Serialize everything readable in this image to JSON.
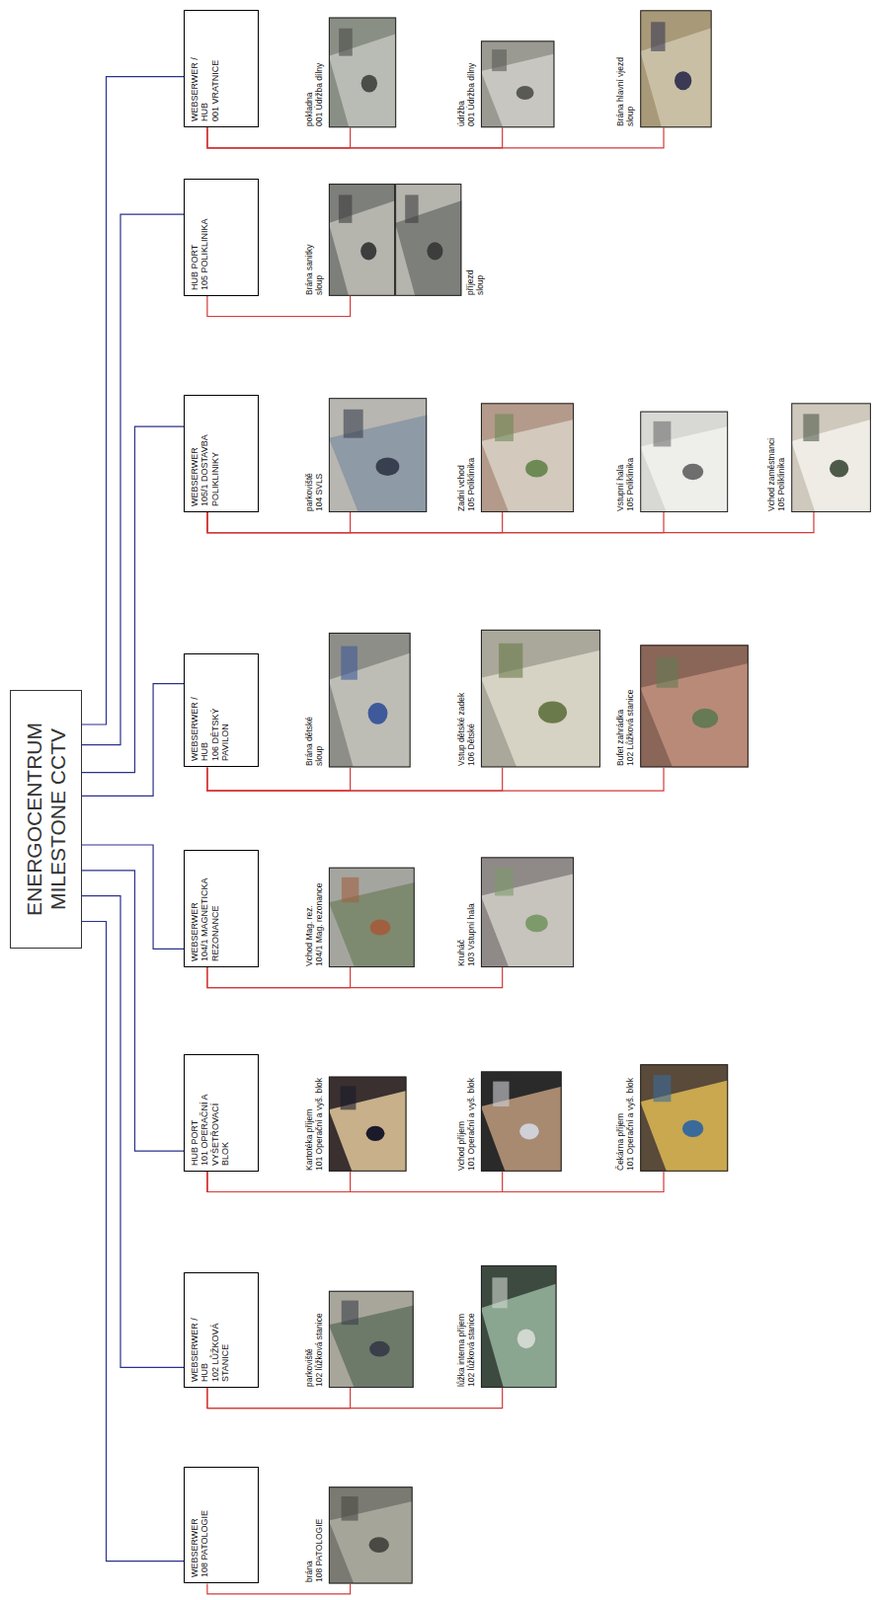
{
  "diagram": {
    "nodes": [
      {
        "text": [
          "ENERGOCENTRUM MILESTONE CCTV"
        ]
      },
      {
        "text": [
          "WEBSERWER / HUB",
          "001 VRATNICE"
        ]
      },
      {
        "text": [
          "pokladna",
          "001 Údržba dílny"
        ]
      },
      {
        "text": [
          "údržba",
          "001 Údržba dílny"
        ]
      },
      {
        "text": [
          "Brána hlavní vjezd",
          "sloup"
        ]
      },
      {
        "text": [
          "HUB PORT",
          "105 POLIKLINIKA"
        ]
      },
      {
        "text": [
          "Brána sanitky",
          "sloup",
          "příjezd",
          "sloup"
        ]
      },
      {
        "text": [
          "WEBSERWER",
          "105/1 DOSTAVBA POLIKLINIKY"
        ]
      },
      {
        "text": [
          "parkoviště",
          "104 SVLS"
        ]
      },
      {
        "text": [
          "Zadní vchod",
          "105 Poliklinika"
        ]
      },
      {
        "text": [
          "Vstupní hala",
          "105 Poliklinika"
        ]
      },
      {
        "text": [
          "Vchod zaměstnanci",
          "105 Poliklinika"
        ]
      },
      {
        "text": [
          "WEBSERWER / HUB",
          "106 DĚTSKÝ PAVILON"
        ]
      },
      {
        "text": [
          "Brána dětské",
          "sloup"
        ]
      },
      {
        "text": [
          "Vstup dětské zadek",
          "106 Dětské"
        ]
      },
      {
        "text": [
          "Bufet zahrádka",
          "102 Lůžková stanice"
        ]
      },
      {
        "text": [
          "WEBSERWER",
          "104/1 MAGNETICKA REZONANCE"
        ]
      },
      {
        "text": [
          "Vchod Mag. rez.",
          "104/1 Mag. rezonance"
        ]
      },
      {
        "text": [
          "Kruháč",
          "103 Vstupní hala"
        ]
      },
      {
        "text": [
          "HUB PORT",
          "101 OPERAČNÍ A VYŠETŘOVACÍ BLOK"
        ]
      },
      {
        "text": [
          "Kartotéka příjem",
          "101 Operační a vyš. blok"
        ]
      },
      {
        "text": [
          "Vchod příjem",
          "101 Operační a vyš. blok"
        ]
      },
      {
        "text": [
          "Čekárna příjem",
          "101 Operační a vyš. blok"
        ]
      },
      {
        "text": [
          "WEBSERWER / HUB",
          "102 LŮŽKOVÁ STANICE"
        ]
      },
      {
        "text": [
          "parkoviště",
          "102 lůžková stanice"
        ]
      },
      {
        "text": [
          "lůžka interna příjem",
          "102 lůžková stanice"
        ]
      },
      {
        "text": [
          "WEBSERWER",
          "108 PATOLOGIE"
        ]
      },
      {
        "text": [
          "brána",
          "108 PATOLOGIE"
        ]
      }
    ],
    "edges": [
      {
        "from": 0,
        "to": 1,
        "arrow": "none"
      },
      {
        "from": 0,
        "to": 5,
        "arrow": "none"
      },
      {
        "from": 0,
        "to": 7,
        "arrow": "none"
      },
      {
        "from": 0,
        "to": 12,
        "arrow": "none"
      },
      {
        "from": 0,
        "to": 16,
        "arrow": "none"
      },
      {
        "from": 0,
        "to": 19,
        "arrow": "none"
      },
      {
        "from": 0,
        "to": 23,
        "arrow": "none"
      },
      {
        "from": 0,
        "to": 26,
        "arrow": "none"
      },
      {
        "from": 1,
        "to": 2,
        "arrow": "none"
      },
      {
        "from": 1,
        "to": 3,
        "arrow": "none"
      },
      {
        "from": 1,
        "to": 4,
        "arrow": "none"
      },
      {
        "from": 5,
        "to": 6,
        "arrow": "none"
      },
      {
        "from": 7,
        "to": 8,
        "arrow": "none"
      },
      {
        "from": 7,
        "to": 9,
        "arrow": "none"
      },
      {
        "from": 7,
        "to": 10,
        "arrow": "none"
      },
      {
        "from": 7,
        "to": 11,
        "arrow": "none"
      },
      {
        "from": 12,
        "to": 13,
        "arrow": "none"
      },
      {
        "from": 12,
        "to": 14,
        "arrow": "none"
      },
      {
        "from": 12,
        "to": 15,
        "arrow": "none"
      },
      {
        "from": 16,
        "to": 17,
        "arrow": "none"
      },
      {
        "from": 16,
        "to": 18,
        "arrow": "none"
      },
      {
        "from": 19,
        "to": 20,
        "arrow": "none"
      },
      {
        "from": 19,
        "to": 21,
        "arrow": "none"
      },
      {
        "from": 19,
        "to": 22,
        "arrow": "none"
      },
      {
        "from": 23,
        "to": 24,
        "arrow": "none"
      },
      {
        "from": 23,
        "to": 25,
        "arrow": "none"
      },
      {
        "from": 26,
        "to": 27,
        "arrow": "none"
      }
    ]
  }
}
